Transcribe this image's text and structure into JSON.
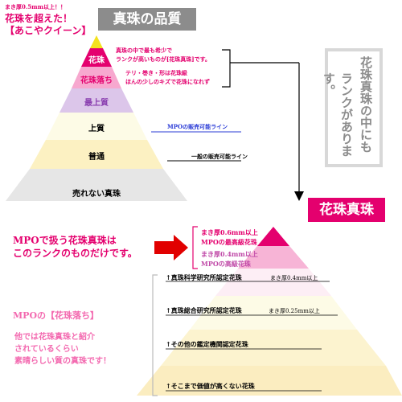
{
  "header": {
    "top_note": "まき厚0.5mm以上！！",
    "exceed_line1": "花珠を超えた！",
    "exceed_line2": "【あこやクイーン】",
    "title": "真珠の品質"
  },
  "pyramid_top": {
    "tiers": [
      {
        "label": "花珠"
      },
      {
        "label": "花珠落ち"
      },
      {
        "label": "最上質"
      },
      {
        "label": "上質"
      },
      {
        "label": "普通"
      },
      {
        "label": "売れない真珠"
      }
    ],
    "notes": {
      "kaju_line1": "真珠の中で最も希少で",
      "kaju_line2": "ランクが高いものが[花珠真珠]です。",
      "ochi_line1": "テリ・巻き・形は花珠級",
      "ochi_line2": "ほんの少しのキズで花珠になれず",
      "mpo_line": "MPOの販売可能ライン",
      "general_line": "一般の販売可能ライン"
    }
  },
  "side_text": {
    "col1": "花珠真珠の中にも",
    "col2": "ランクがあります。"
  },
  "pyramid_bottom": {
    "title": "花珠真珠",
    "notes": {
      "top_line1": "まき厚0.6mm以上",
      "top_line2": "MPOの最高級花珠",
      "mid_line1": "まき厚0.4mm以上",
      "mid_line2": "MPOの高級花珠"
    },
    "levels": [
      {
        "name": "↑真珠科学研究所認定花珠",
        "sub": "まき厚0.4mm以上"
      },
      {
        "name": "↑真珠総合研究所認定花珠",
        "sub": "まき厚0.25mm以上"
      },
      {
        "name": "↑その他の鑑定機関認定花珠",
        "sub": ""
      },
      {
        "name": "↑そこまで価値が高くない花珠",
        "sub": ""
      }
    ]
  },
  "mpo_message": {
    "line1": "MPOで扱う花珠真珠は",
    "line2": "このランクのものだけです。"
  },
  "ochi_message": {
    "title": "MPOの【花珠落ち】",
    "line1": "他では花珠真珠と紹介",
    "line2": "されているくらい",
    "line3": "素晴らしい質の真珠です！"
  },
  "colors": {
    "accent": "#e4006e",
    "title_gray": "#8c8c8c",
    "blue_line": "#2a3bd6"
  }
}
